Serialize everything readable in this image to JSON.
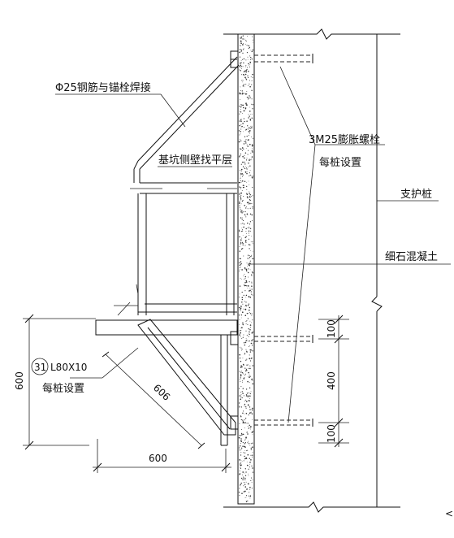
{
  "labels": {
    "rebar_weld": "Φ25钢筋与锚栓焊接",
    "pit_level": "基坑侧壁找平层",
    "bolts": "3M25膨胀螺栓",
    "bolts_sub": "每桩设置",
    "support_pile": "支护桩",
    "fine_concrete": "细石混凝土",
    "angle_num": "31",
    "angle_spec": "L80X10",
    "angle_sub": "每桩设置"
  },
  "dimensions": {
    "left_height": "600",
    "bottom_width": "600",
    "diagonal": "606",
    "right_top": "100",
    "right_mid": "400",
    "right_bottom": "100"
  }
}
